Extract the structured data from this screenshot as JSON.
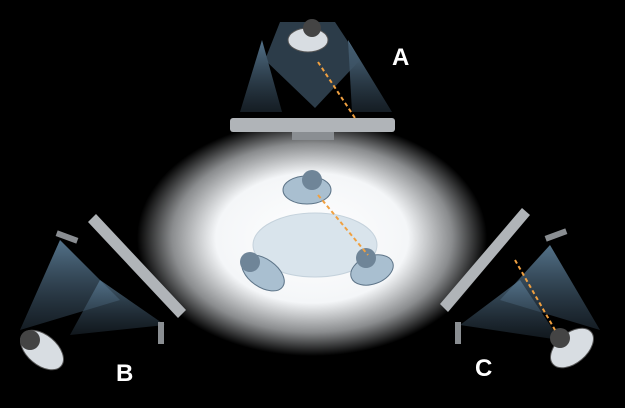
{
  "labels": {
    "a": "A",
    "b": "B",
    "c": "C"
  },
  "colors": {
    "background": "#000000",
    "glow": "#ffffff",
    "table": "#d9e4ec",
    "person": "#a9bfd0",
    "frustum": "#8fb0c8",
    "gaze": "#f0a040",
    "display": "#b0b4b8"
  }
}
